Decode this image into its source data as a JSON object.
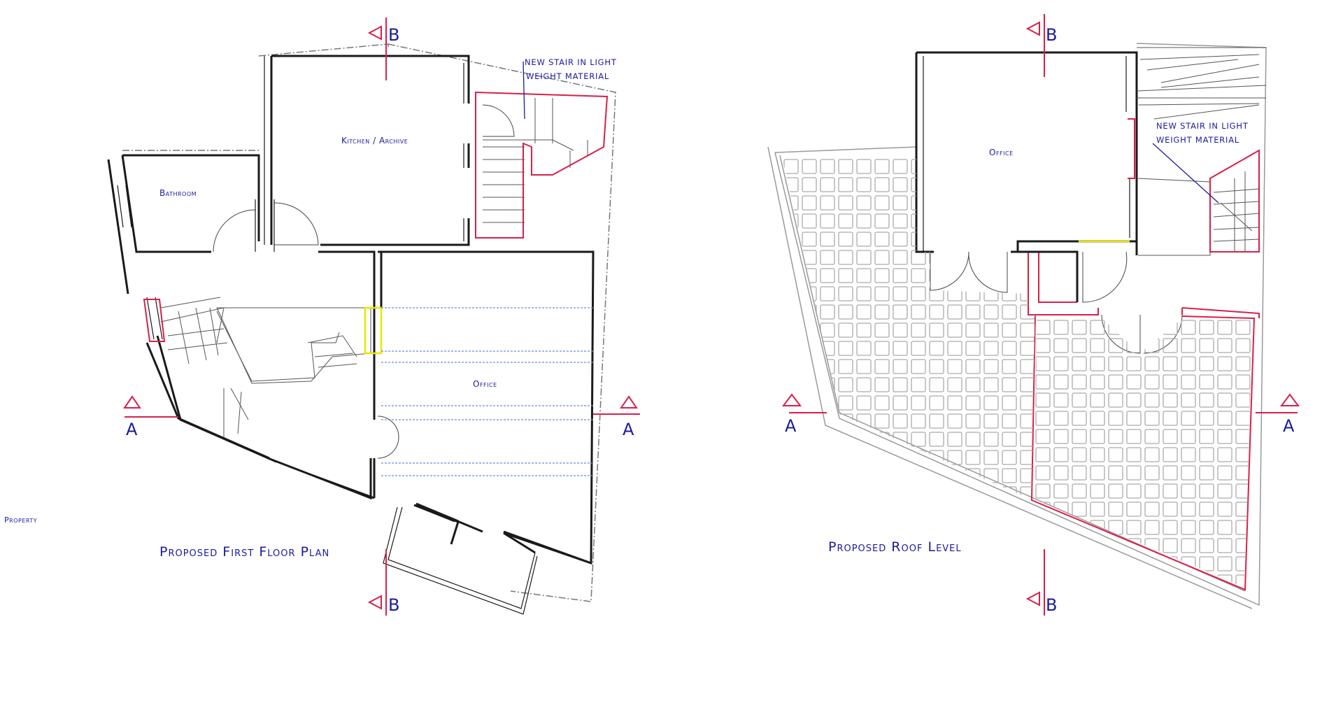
{
  "first_floor": {
    "title": "Proposed First Floor Plan",
    "rooms": {
      "kitchen": "Kitchen / Archive",
      "bathroom": "Bathroom",
      "office": "Office"
    },
    "note_line1": "NEW STAIR IN LIGHT",
    "note_line2": "WEIGHT MATERIAL"
  },
  "roof": {
    "title": "Proposed Roof Level",
    "rooms": {
      "office": "Office"
    },
    "note_line1": "NEW STAIR IN LIGHT",
    "note_line2": "WEIGHT MATERIAL"
  },
  "section_markers": {
    "a": "A",
    "b": "B"
  },
  "side_label": "Property",
  "colors": {
    "label_blue": "#1a1aa0",
    "new_work_red": "#d8204a",
    "highlight_yellow": "#e6e600",
    "joist_blue": "#6a8ae0"
  }
}
